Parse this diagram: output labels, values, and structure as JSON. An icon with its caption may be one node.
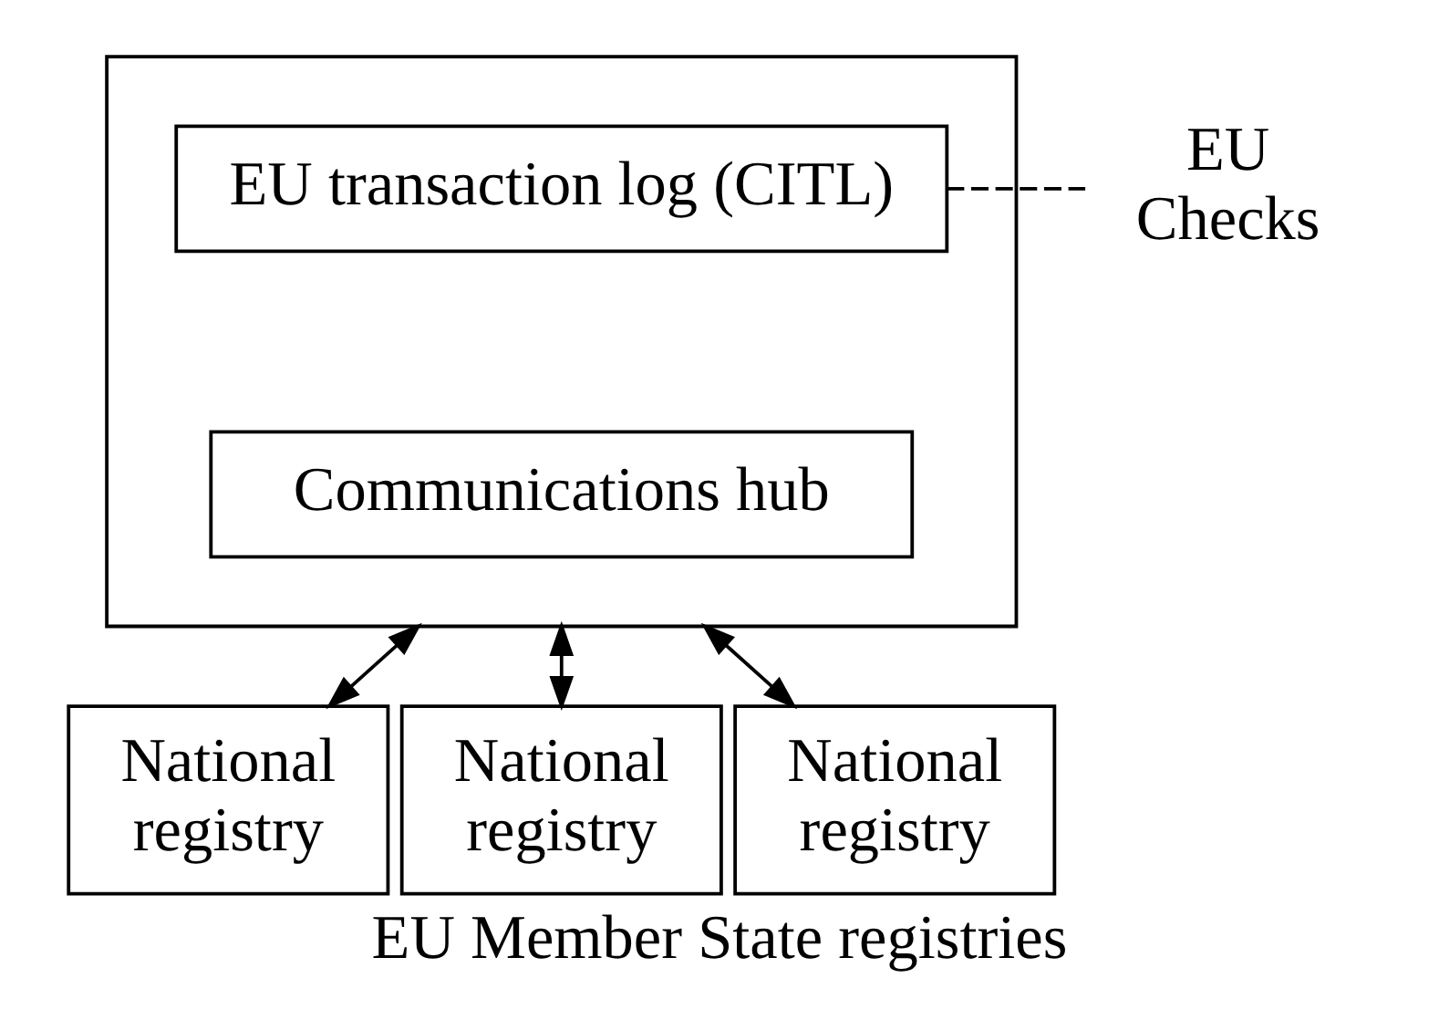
{
  "diagram": {
    "caption": "EU Member State registries",
    "nodes": [
      {
        "text": [],
        "shape": "box"
      },
      {
        "text": [
          "EU transaction log (CITL)"
        ],
        "in": 0
      },
      {
        "text": [
          "Communications hub"
        ],
        "in": 0
      },
      {
        "text": [
          "EU Checks"
        ]
      },
      {
        "text": [
          "National registry"
        ]
      },
      {
        "text": [
          "National registry"
        ]
      },
      {
        "text": [
          "National registry"
        ]
      }
    ],
    "edges": [
      {
        "from": 1,
        "to": 3,
        "arrow": "none",
        "style": "dashed"
      },
      {
        "from": 0,
        "to": 4,
        "arrow": "both"
      },
      {
        "from": 0,
        "to": 5,
        "arrow": "both"
      },
      {
        "from": 0,
        "to": 6,
        "arrow": "both"
      }
    ]
  }
}
